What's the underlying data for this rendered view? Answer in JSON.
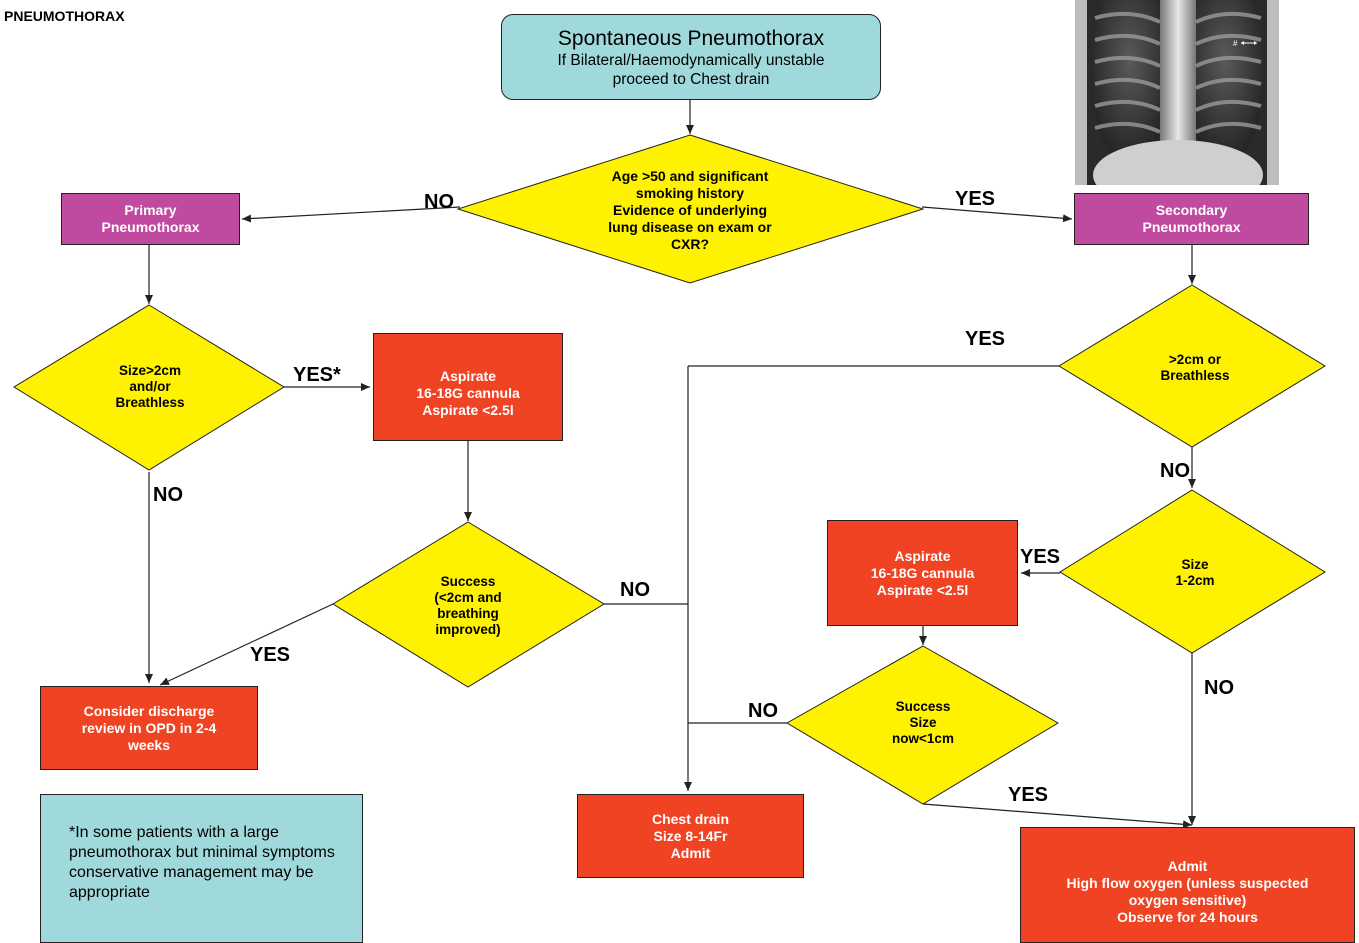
{
  "page_title": "PNEUMOTHORAX",
  "start": {
    "title": "Spontaneous Pneumothorax",
    "lines": [
      "If Bilateral/Haemodynamically unstable",
      "proceed to Chest drain"
    ]
  },
  "decision_age": [
    "Age >50 and significant",
    "smoking history",
    "Evidence of underlying",
    "lung disease on exam or",
    "CXR?"
  ],
  "primary": [
    "Primary",
    "Pneumothorax"
  ],
  "secondary": [
    "Secondary",
    "Pneumothorax"
  ],
  "decision_size_primary": [
    "Size>2cm",
    "and/or",
    "Breathless"
  ],
  "aspirate_primary": [
    "Aspirate",
    "16-18G cannula",
    "Aspirate <2.5l"
  ],
  "decision_success_primary": [
    "Success",
    "(<2cm and",
    "breathing",
    "improved)"
  ],
  "discharge": [
    "Consider discharge",
    "review in OPD in 2-4",
    "weeks"
  ],
  "note": "*In some patients with a large pneumothorax but minimal symptoms conservative management may be appropriate",
  "decision_breathless_secondary": [
    ">2cm or",
    "Breathless"
  ],
  "decision_size_secondary": [
    "Size",
    "1-2cm"
  ],
  "aspirate_secondary": [
    "Aspirate",
    "16-18G cannula",
    "Aspirate <2.5l"
  ],
  "decision_success_secondary": [
    "Success",
    "Size",
    "now<1cm"
  ],
  "chest_drain": [
    "Chest drain",
    "Size 8-14Fr",
    "Admit"
  ],
  "admit": [
    "Admit",
    "High flow oxygen (unless suspected",
    "oxygen sensitive)",
    "Observe for 24 hours"
  ],
  "labels": {
    "no_age": "NO",
    "yes_age": "YES",
    "yes_star": "YES*",
    "no_primary_size": "NO",
    "no_primary_success": "NO",
    "yes_primary_success": "YES",
    "yes_secondary_breathless": "YES",
    "no_secondary_breathless": "NO",
    "yes_secondary_size": "YES",
    "no_secondary_size": "NO",
    "no_secondary_success": "NO",
    "yes_secondary_success": "YES"
  },
  "xray_marker": "#",
  "colors": {
    "teal": "#9fd9db",
    "purple": "#c04aa0",
    "red": "#ef4323",
    "yellow": "#fff200"
  }
}
